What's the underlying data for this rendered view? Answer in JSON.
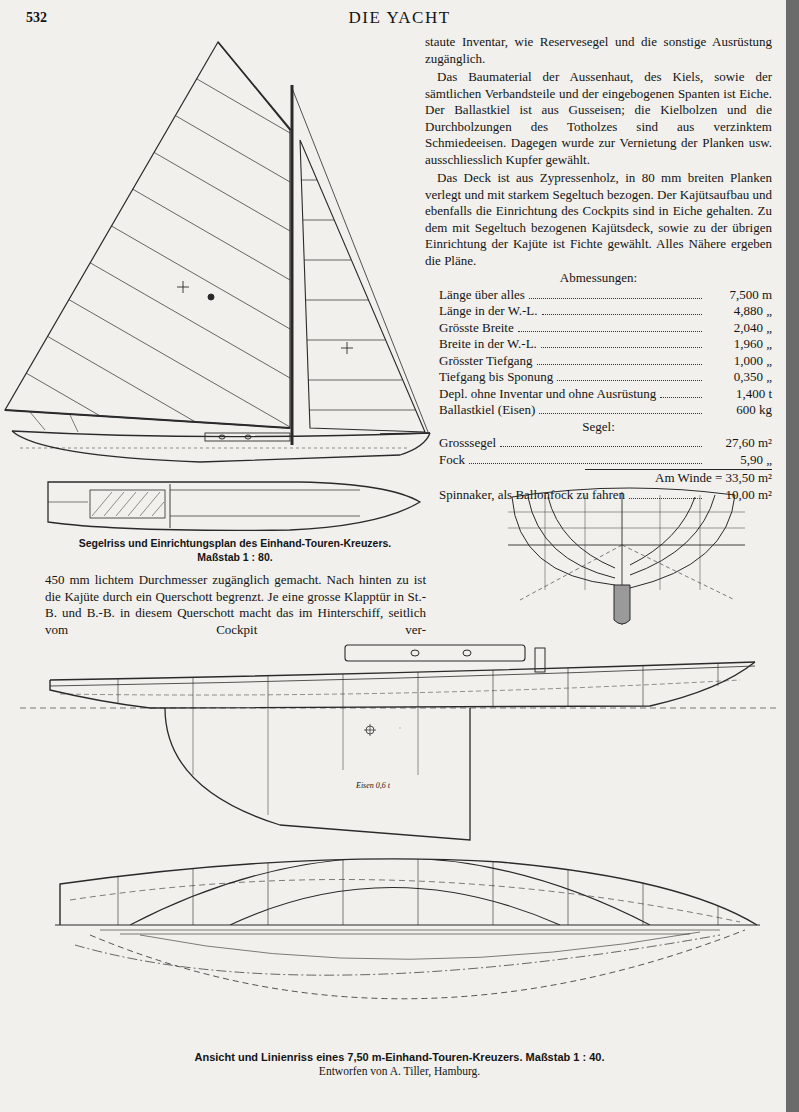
{
  "diagram": {
    "title": "DIE YACHT",
    "caption": "Ansicht und Linienriss eines 7,50 m-Einhand-Touren-Kreuzers. Maßstab 1 : 40.",
    "labels": [
      "532",
      "staute Inventar, wie Reservesegel und die sonstige Ausrüstung zugänglich.",
      "Das Baumaterial der Aussenhaut, des Kiels, sowie der sämtlichen Verbandsteile und der eingebogenen Spanten ist Eiche. Der Ballastkiel ist aus Gusseisen; die Kielbolzen und die Durchbolzungen des Totholzes sind aus verzinktem Schmiedeeisen. Dagegen wurde zur Vernietung der Planken usw. ausschliesslich Kupfer gewählt.",
      "Das Deck ist aus Zypressenholz, in 80 mm breiten Planken verlegt und mit starkem Segeltuch bezogen. Der Kajütsaufbau und ebenfalls die Einrichtung des Cockpits sind in Eiche gehalten. Zu dem mit Segeltuch bezogenen Kajütsdeck, sowie zu der übrigen Einrichtung der Kajüte ist Fichte gewählt. Alles Nähere ergeben die Pläne.",
      "Abmessungen:",
      "Länge über alles",
      "7,500 m",
      "Länge in der W.-L.",
      "4,880 „",
      "Grösste Breite",
      "2,040 „",
      "Breite in der W.-L.",
      "1,960 „",
      "Grösster Tiefgang",
      "1,000 „",
      "Tiefgang bis Sponung",
      "0,350 „",
      "Depl. ohne Inventar und ohne Ausrüstung",
      "1,400 t",
      "Ballastkiel (Eisen)",
      "600 kg",
      "Segel:",
      "Grosssegel",
      "27,60 m²",
      "Fock",
      "5,90 „",
      "Am Winde = 33,50 m²",
      "Spinnaker, als Ballonfock zu fahren",
      "10,00 m²",
      "Segelriss und Einrichtungsplan des Einhand-Touren-Kreuzers.",
      "Maßstab 1 : 80.",
      "450 mm lichtem Durchmesser zugänglich gemacht. Nach hinten zu ist die Kajüte durch ein Querschott begrenzt. Je eine grosse Klapptür in St.-B. und B.-B. in diesem Querschott macht das im Hinterschiff, seitlich vom Cockpit ver-",
      "Entworfen von A. Tiller, Hamburg.",
      "Eisen 0,6 t"
    ]
  }
}
